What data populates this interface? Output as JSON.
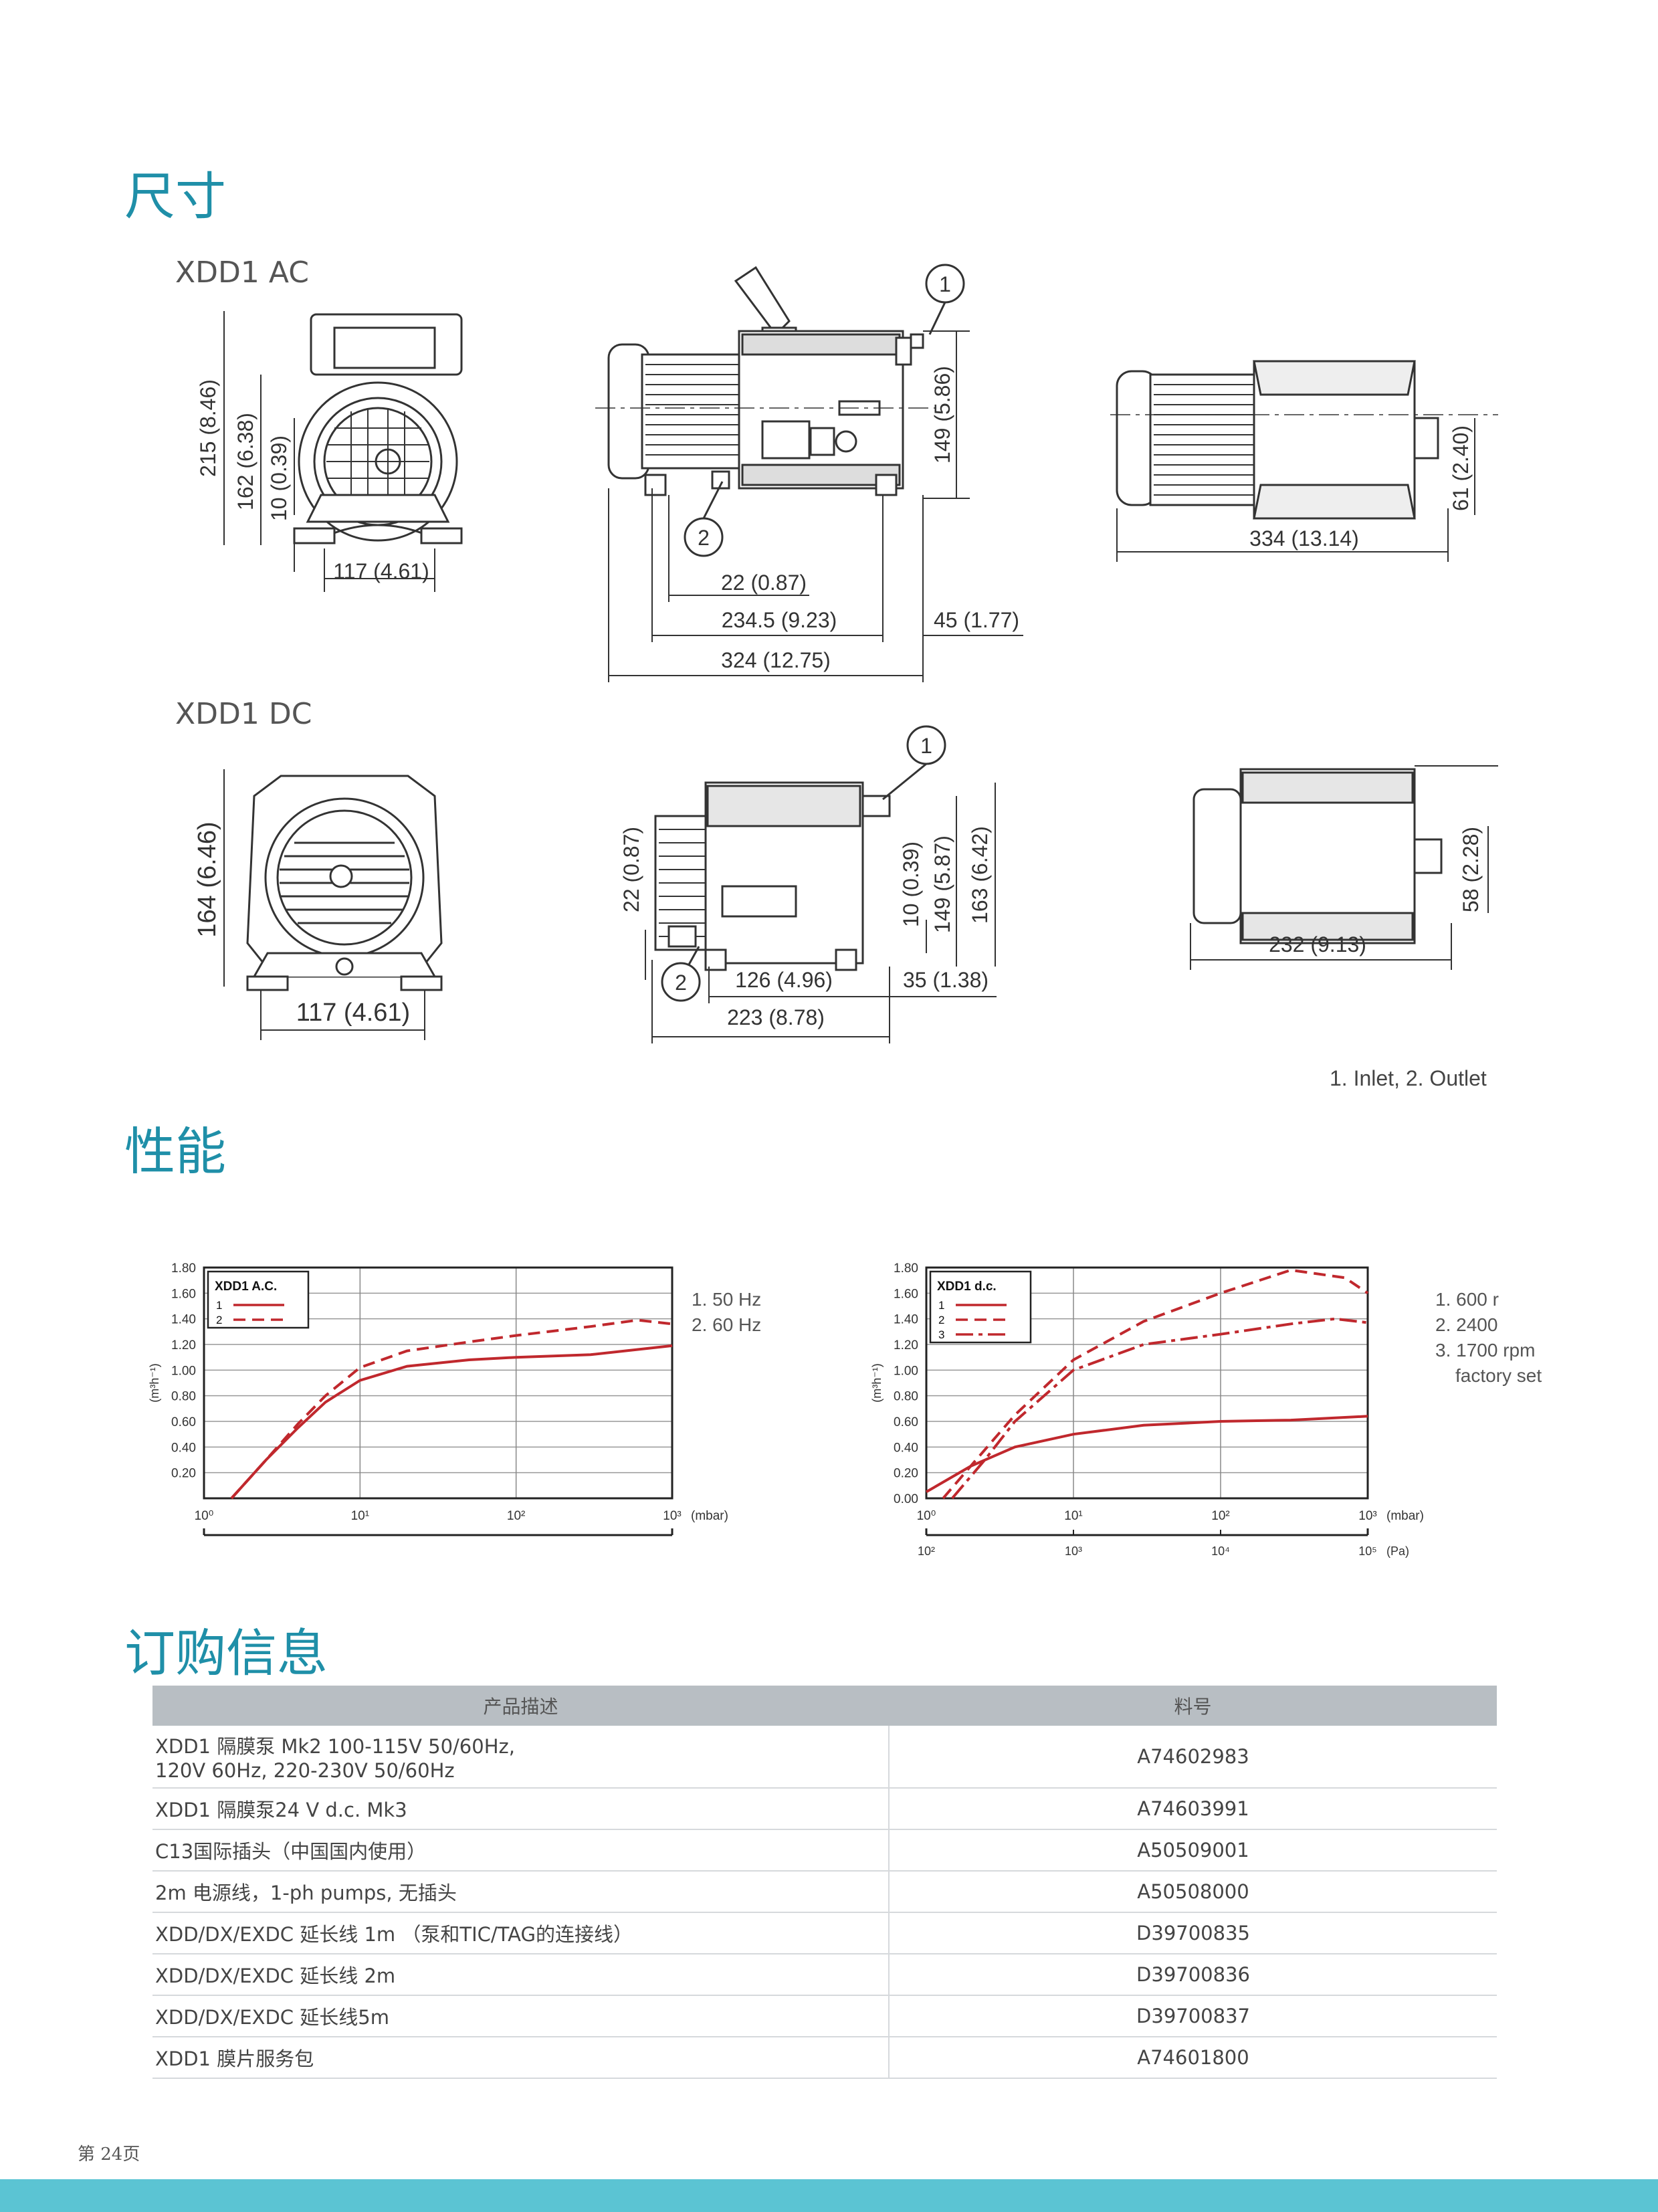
{
  "sections": {
    "dimensions_title": "尺寸",
    "performance_title": "性能",
    "ordering_title": "订购信息"
  },
  "dimensions": {
    "ac": {
      "title": "XDD1 AC",
      "front": {
        "height_total": "215 (8.46)",
        "height_mid": "162 (6.38)",
        "height_base": "10 (0.39)",
        "width": "117 (4.61)"
      },
      "side": {
        "inlet_height": "149 (5.86)",
        "d1": "22 (0.87)",
        "d2": "234.5 (9.23)",
        "d3": "45 (1.77)",
        "d4": "324 (12.75)"
      },
      "top": {
        "width": "334 (13.14)",
        "height": "61 (2.40)"
      }
    },
    "dc": {
      "title": "XDD1 DC",
      "front": {
        "height": "164 (6.46)",
        "width": "117 (4.61)"
      },
      "side": {
        "h1": "22 (0.87)",
        "h2": "10 (0.39)",
        "h3": "149 (5.87)",
        "h4": "163 (6.42)",
        "d1": "126 (4.96)",
        "d2": "35 (1.38)",
        "d3": "223 (8.78)"
      },
      "top": {
        "width": "232 (9.13)",
        "h1": "58 (2.28)"
      }
    },
    "callouts": [
      "1",
      "2"
    ],
    "legend": "1. Inlet,   2. Outlet"
  },
  "charts_text": {
    "ac_notes": [
      "1. 50 Hz",
      "2. 60 Hz"
    ],
    "dc_notes": [
      "1. 600 r",
      "2. 2400",
      "3. 1700 rpm",
      "factory set"
    ]
  },
  "chart_data": [
    {
      "type": "line",
      "title": "XDD1 A.C.",
      "ylabel": "(m³h⁻¹)",
      "xlabel": "(mbar)",
      "x_scale": "log",
      "xlim": [
        1,
        1000
      ],
      "ylim": [
        0,
        1.8
      ],
      "y_ticks": [
        "0.20",
        "0.40",
        "0.60",
        "0.80",
        "1.00",
        "1.20",
        "1.40",
        "1.60",
        "1.80"
      ],
      "x_ticks": [
        "10⁰",
        "10¹",
        "10²",
        "10³"
      ],
      "legend_position": "top-left",
      "grid": true,
      "series": [
        {
          "name": "1",
          "style": "solid",
          "x": [
            1.5,
            2.5,
            4,
            6,
            10,
            20,
            50,
            100,
            300,
            1000
          ],
          "y": [
            0.0,
            0.3,
            0.55,
            0.75,
            0.92,
            1.03,
            1.08,
            1.1,
            1.12,
            1.19
          ]
        },
        {
          "name": "2",
          "style": "dashed",
          "x": [
            1.5,
            2.5,
            4,
            6,
            10,
            20,
            50,
            100,
            300,
            600,
            1000
          ],
          "y": [
            0.0,
            0.3,
            0.58,
            0.8,
            1.02,
            1.15,
            1.22,
            1.27,
            1.34,
            1.39,
            1.36
          ]
        }
      ]
    },
    {
      "type": "line",
      "title": "XDD1 d.c.",
      "ylabel": "(m³h⁻¹)",
      "xlabel": "(mbar)",
      "x_scale": "log",
      "xlim": [
        1,
        1000
      ],
      "ylim": [
        0,
        1.8
      ],
      "y_ticks": [
        "0.00",
        "0.20",
        "0.40",
        "0.60",
        "0.80",
        "1.00",
        "1.20",
        "1.40",
        "1.60",
        "1.80"
      ],
      "x_ticks": [
        "10⁰",
        "10¹",
        "10²",
        "10³"
      ],
      "secondary_x_ticks": [
        "10²",
        "10³",
        "10⁴",
        "10⁵"
      ],
      "secondary_x_unit": "(Pa)",
      "legend_position": "top-left",
      "grid": true,
      "series": [
        {
          "name": "1",
          "style": "solid",
          "x": [
            1,
            2,
            4,
            10,
            30,
            100,
            300,
            1000
          ],
          "y": [
            0.05,
            0.25,
            0.4,
            0.5,
            0.57,
            0.6,
            0.61,
            0.64
          ]
        },
        {
          "name": "2",
          "style": "dashed",
          "x": [
            1.3,
            2,
            4,
            10,
            30,
            100,
            300,
            700,
            1000
          ],
          "y": [
            0.0,
            0.25,
            0.65,
            1.08,
            1.38,
            1.6,
            1.78,
            1.72,
            1.6
          ]
        },
        {
          "name": "3",
          "style": "dashdot",
          "x": [
            1.5,
            2.5,
            4,
            10,
            30,
            100,
            300,
            600,
            1000
          ],
          "y": [
            0.0,
            0.3,
            0.6,
            1.0,
            1.2,
            1.28,
            1.36,
            1.4,
            1.37
          ]
        }
      ]
    }
  ],
  "ordering": {
    "header": {
      "desc": "产品描述",
      "code": "料号"
    },
    "rows": [
      {
        "desc_line1": "XDD1 隔膜泵 Mk2 100-115V 50/60Hz,",
        "desc_line2": "120V 60Hz, 220-230V 50/60Hz",
        "code": "A74602983"
      },
      {
        "desc_line1": "XDD1 隔膜泵24 V d.c. Mk3",
        "desc_line2": "",
        "code": "A74603991"
      },
      {
        "desc_line1": "C13国际插头（中国国内使用）",
        "desc_line2": "",
        "code": "A50509001"
      },
      {
        "desc_line1": "2m 电源线，1-ph pumps, 无插头",
        "desc_line2": "",
        "code": "A50508000"
      },
      {
        "desc_line1": "XDD/DX/EXDC 延长线 1m （泵和TIC/TAG的连接线）",
        "desc_line2": "",
        "code": "D39700835"
      },
      {
        "desc_line1": "XDD/DX/EXDC 延长线 2m",
        "desc_line2": "",
        "code": "D39700836"
      },
      {
        "desc_line1": "XDD/DX/EXDC 延长线5m",
        "desc_line2": "",
        "code": "D39700837"
      },
      {
        "desc_line1": "XDD1 膜片服务包",
        "desc_line2": "",
        "code": "A74601800"
      }
    ]
  },
  "footer": {
    "page": "第 24页"
  },
  "colors": {
    "accent": "#1f8fa8",
    "curve": "#c0282d",
    "table_header": "#b8bec3",
    "footer_bar": "#5bc4d3"
  }
}
